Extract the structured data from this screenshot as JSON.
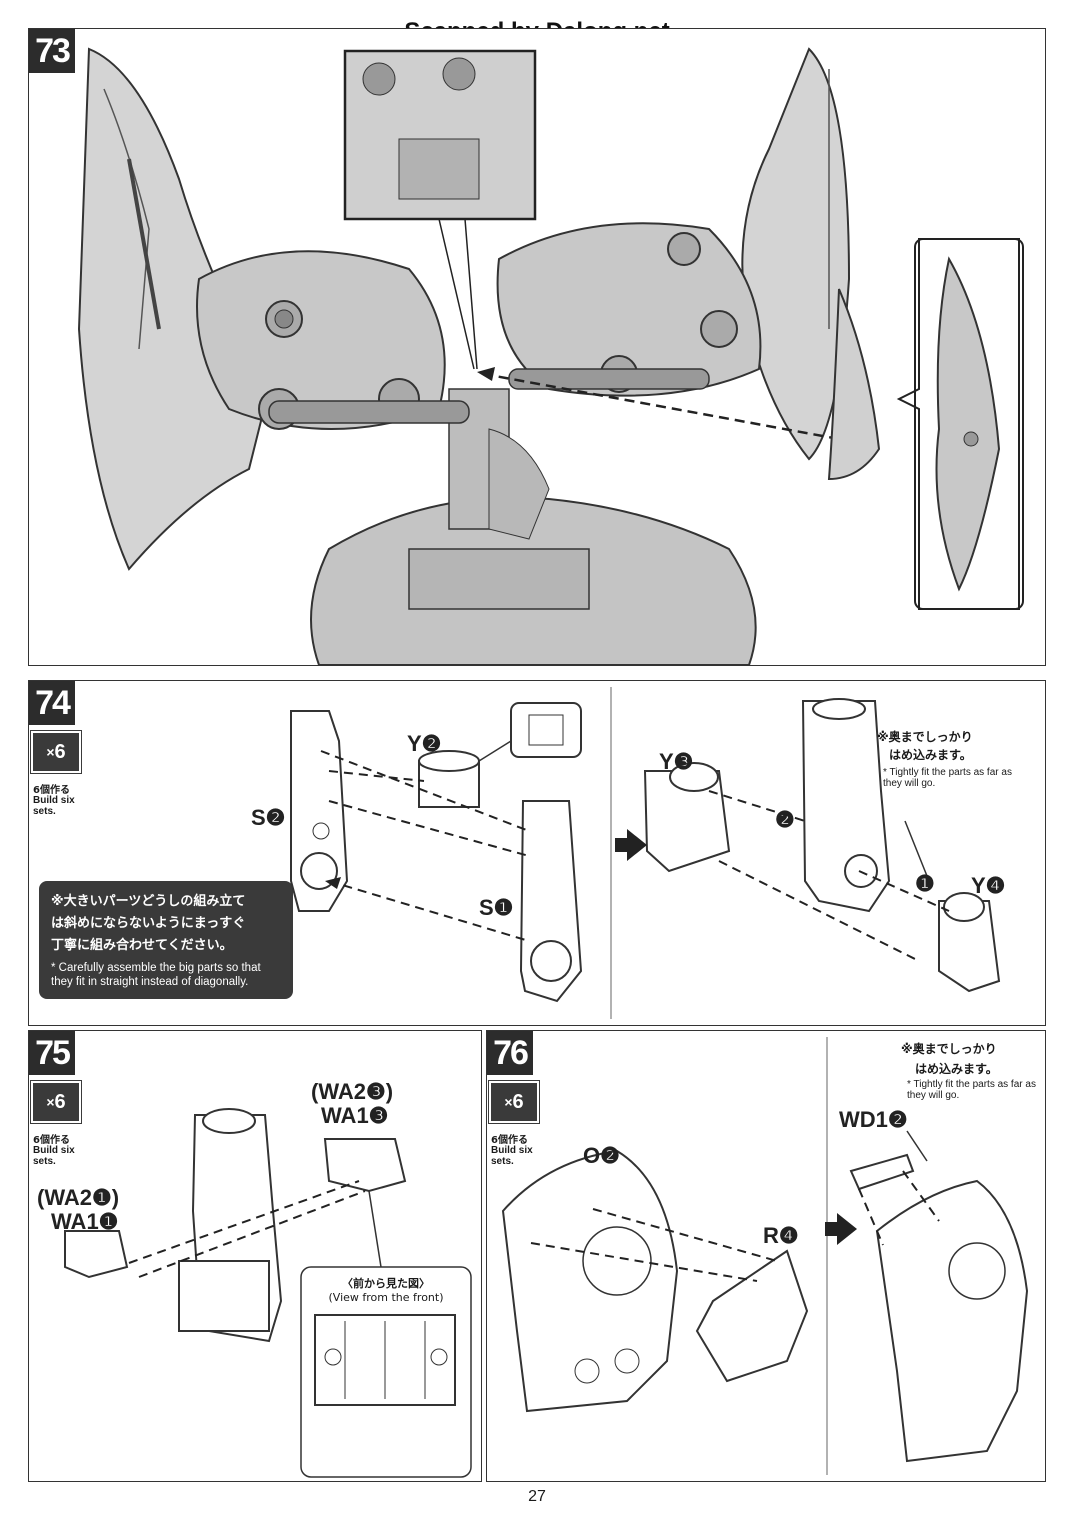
{
  "watermark": "Scanned by Dalong.net",
  "page_number": "27",
  "steps": {
    "s73": {
      "number": "73"
    },
    "s74": {
      "number": "74",
      "multiplier": "6",
      "multiplier_prefix": "×",
      "count_jp": "6個作る",
      "count_en": "Build six sets.",
      "parts": {
        "y2": "Y❷",
        "s2": "S❷",
        "s1": "S❶",
        "y3": "Y❸",
        "y4": "Y❹",
        "n1": "❶",
        "n2": "❷"
      },
      "note_jp_1": "※奥までしっかり",
      "note_jp_2": "はめ込みます。",
      "note_en": "* Tightly fit the parts as far as they will go.",
      "caution_jp_1": "※大きいパーツどうしの組み立て",
      "caution_jp_2": "は斜めにならないようにまっすぐ",
      "caution_jp_3": "丁寧に組み合わせてください。",
      "caution_en": "* Carefully assemble the big parts so that they fit in straight instead of diagonally."
    },
    "s75": {
      "number": "75",
      "multiplier": "6",
      "multiplier_prefix": "×",
      "count_jp": "6個作る",
      "count_en": "Build six sets.",
      "parts": {
        "wa2_3": "(WA2❸)",
        "wa1_3": "WA1❸",
        "wa2_1": "(WA2❶)",
        "wa1_1": "WA1❶"
      },
      "view_jp": "〈前から見た図〉",
      "view_en": "(View from the front)"
    },
    "s76": {
      "number": "76",
      "multiplier": "6",
      "multiplier_prefix": "×",
      "count_jp": "6個作る",
      "count_en": "Build six sets.",
      "parts": {
        "o2": "O❷",
        "r4": "R❹",
        "wd1_2": "WD1❷"
      },
      "note_jp_1": "※奥までしっかり",
      "note_jp_2": "はめ込みます。",
      "note_en": "* Tightly fit the parts as far as they will go."
    }
  }
}
